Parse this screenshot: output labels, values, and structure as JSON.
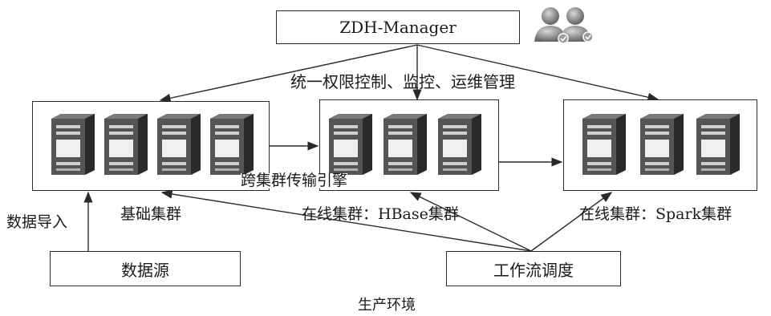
{
  "manager": {
    "label": "ZDH-Manager"
  },
  "control_label": "统一权限控制、监控、运维管理",
  "transfer_label": "跨集群传输引擎",
  "clusters": {
    "base": {
      "label": "基础集群"
    },
    "hbase": {
      "label": "在线集群：HBase集群"
    },
    "spark": {
      "label": "在线集群：Spark集群"
    }
  },
  "import_label": "数据导入",
  "source": {
    "label": "数据源"
  },
  "scheduler": {
    "label": "工作流调度"
  },
  "caption": "生产环境",
  "icons": {
    "users": "users-admin-icon",
    "server": "server-tower-icon"
  }
}
